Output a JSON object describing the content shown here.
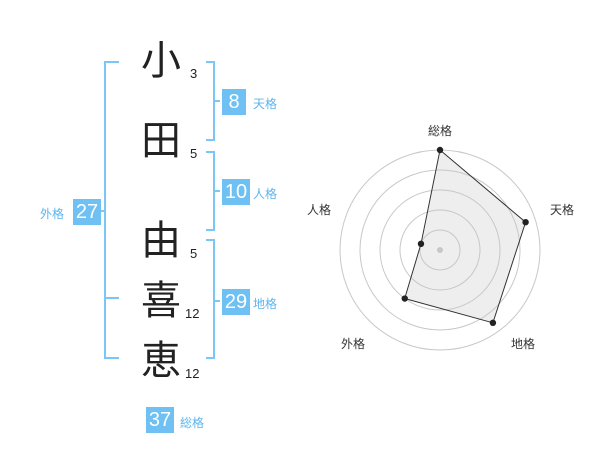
{
  "name": {
    "characters": [
      {
        "char": "小",
        "strokes": "3"
      },
      {
        "char": "田",
        "strokes": "5"
      },
      {
        "char": "由",
        "strokes": "5"
      },
      {
        "char": "喜",
        "strokes": "12"
      },
      {
        "char": "恵",
        "strokes": "12"
      }
    ]
  },
  "fortunes": {
    "tenkaku": {
      "value": "8",
      "label": "天格"
    },
    "jinkaku": {
      "value": "10",
      "label": "人格"
    },
    "chikaku": {
      "value": "29",
      "label": "地格"
    },
    "gaikaku": {
      "value": "27",
      "label": "外格"
    },
    "soukaku": {
      "value": "37",
      "label": "総格"
    }
  },
  "bracket_color": "#7cc6f5",
  "badge_color": "#6ec1f2",
  "chart_data": {
    "type": "radar",
    "axes": [
      "総格",
      "天格",
      "地格",
      "外格",
      "人格"
    ],
    "max": 5,
    "rings": 5,
    "values": [
      5,
      4.5,
      4.5,
      3,
      1
    ]
  }
}
